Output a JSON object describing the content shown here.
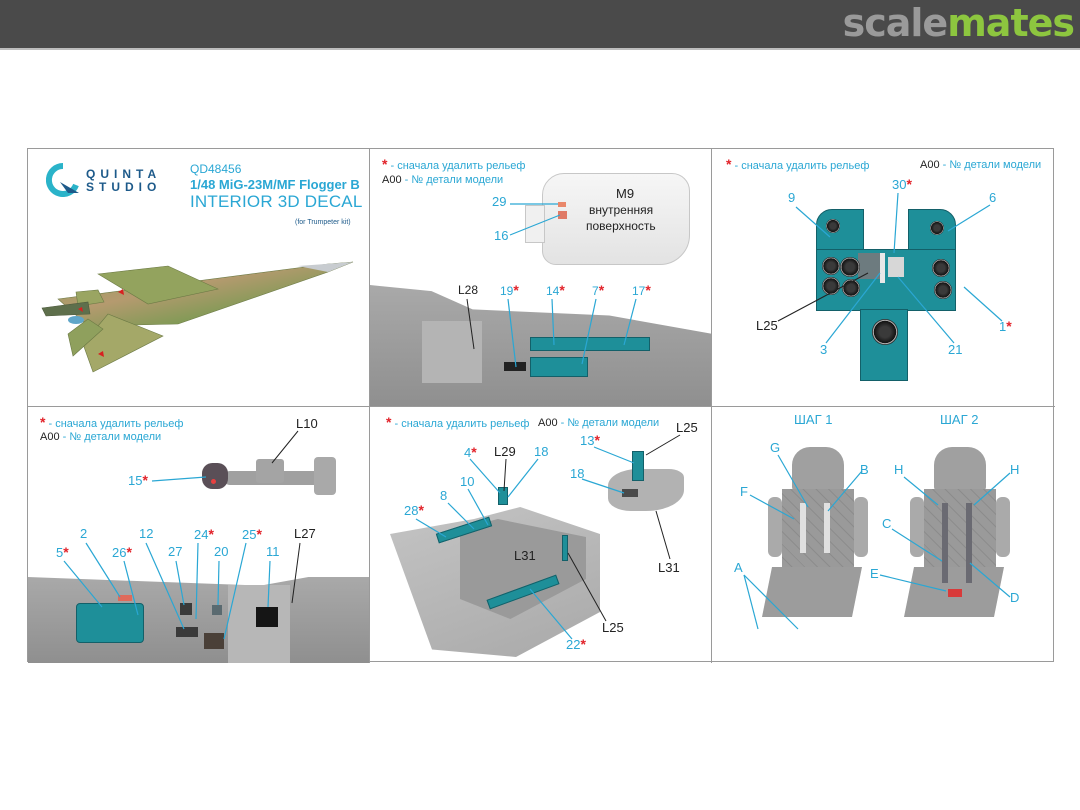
{
  "header": {
    "brand_part1": "scale",
    "brand_part2": "mates",
    "brand_color_grey": "#9a9a9a",
    "brand_color_green": "#8dc63f"
  },
  "product": {
    "logo_line1": "QUINTA",
    "logo_line2": "STUDIO",
    "code": "QD48456",
    "title": "1/48 MiG-23M/MF Flogger B",
    "subtitle": "INTERIOR 3D DECAL",
    "note": "(for Trumpeter kit)"
  },
  "legend": {
    "star": "*",
    "remove_relief": " - сначала удалить рельеф",
    "part_code": "A00",
    "part_number": " - № детали модели"
  },
  "canopy_panel": {
    "part": "M9",
    "part_desc_line1": "внутренняя",
    "part_desc_line2": "поверхность",
    "labels": [
      {
        "num": "29",
        "star": false
      },
      {
        "num": "16",
        "star": false
      }
    ]
  },
  "right_console_panel": {
    "part": "L28",
    "labels": [
      {
        "num": "19",
        "star": true
      },
      {
        "num": "14",
        "star": true
      },
      {
        "num": "7",
        "star": true
      },
      {
        "num": "17",
        "star": true
      }
    ]
  },
  "dashboard_panel": {
    "part": "L25",
    "labels": [
      {
        "num": "9",
        "star": false
      },
      {
        "num": "30",
        "star": true
      },
      {
        "num": "6",
        "star": false
      },
      {
        "num": "1",
        "star": true
      },
      {
        "num": "3",
        "star": false
      },
      {
        "num": "21",
        "star": false
      }
    ]
  },
  "stick_panel": {
    "stick_part": "L10",
    "console_part": "L27",
    "labels": [
      {
        "num": "15",
        "star": true
      },
      {
        "num": "2",
        "star": false
      },
      {
        "num": "5",
        "star": true
      },
      {
        "num": "26",
        "star": true
      },
      {
        "num": "12",
        "star": false
      },
      {
        "num": "27",
        "star": false
      },
      {
        "num": "24",
        "star": true
      },
      {
        "num": "20",
        "star": false
      },
      {
        "num": "25",
        "star": true
      },
      {
        "num": "11",
        "star": false
      }
    ]
  },
  "tub_panel": {
    "part_l29": "L29",
    "part_l31": "L31",
    "part_l25": "L25",
    "part_l25_b": "L25",
    "part_l31_b": "L31",
    "labels": [
      {
        "num": "4",
        "star": true
      },
      {
        "num": "18",
        "star": false
      },
      {
        "num": "10",
        "star": false
      },
      {
        "num": "8",
        "star": false
      },
      {
        "num": "28",
        "star": true
      },
      {
        "num": "22",
        "star": true
      },
      {
        "num": "13",
        "star": true
      },
      {
        "num": "18",
        "star": false
      }
    ]
  },
  "seat_panel": {
    "step1": "ШАГ 1",
    "step2": "ШАГ 2",
    "step1_labels": [
      "G",
      "B",
      "F",
      "A"
    ],
    "step2_labels": [
      "H",
      "H",
      "C",
      "E",
      "D"
    ]
  }
}
